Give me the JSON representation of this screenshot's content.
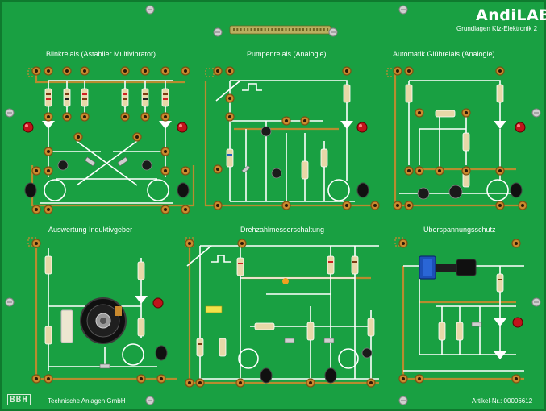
{
  "brand": {
    "name": "AndiLAB",
    "subtitle": "Grundlagen Kfz-Elektronik 2"
  },
  "modules": [
    {
      "title": "Blinkrelais (Astabiler Multivibrator)"
    },
    {
      "title": "Pumpenrelais (Analogie)"
    },
    {
      "title": "Automatik Glührelais (Analogie)"
    },
    {
      "title": "Auswertung Induktivgeber"
    },
    {
      "title": "Drehzahlmesserschaltung"
    },
    {
      "title": "Überspannungsschutz"
    }
  ],
  "footer": {
    "company": "Technische Anlagen GmbH",
    "article": "Artikel-Nr.: 00006612",
    "logo_text": "BBH"
  },
  "colors": {
    "board": "#19a042",
    "trace": "#ffffff",
    "copper": "#c98a2e",
    "led": "#c0131b",
    "pot": "#1c50b8"
  }
}
